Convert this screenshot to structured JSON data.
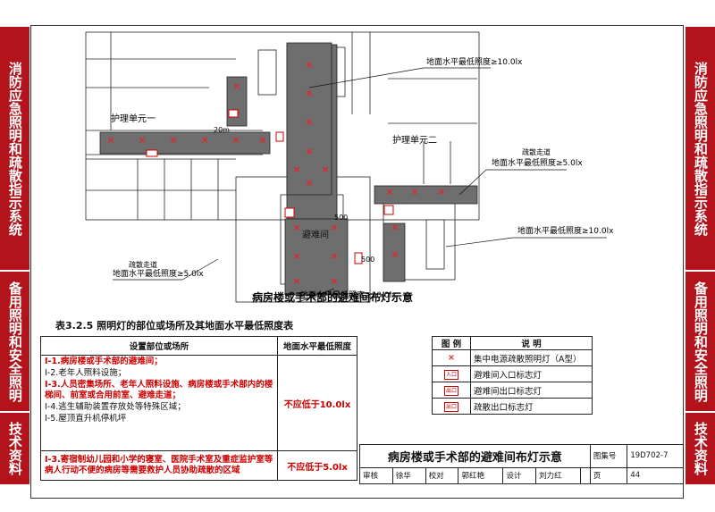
{
  "side_left_top": "消防应急照明和疏散指示系统",
  "side_left_mid": "备用照明和安全照明",
  "side_left_bottom": "技术资料",
  "side_right_top": "消防应急照明和疏散指示系统",
  "side_right_mid": "备用照明和安全照明",
  "side_right_bottom": "技术资料",
  "plan": {
    "unit1": "护理单元一",
    "unit2": "护理单元二",
    "refuge": "避难间",
    "dim20": "20m",
    "dim500a": "500",
    "dim500b": "500",
    "note_top": "地面水平最低照度≥10.0lx",
    "note_right_a": "疏散走道",
    "note_right_b": "地面水平最低照度≥5.0lx",
    "note_right_c": "地面水平最低照度≥10.0lx",
    "note_left_a": "疏散走道",
    "note_left_b": "地面水平最低照度≥5.0lx",
    "note_bottom": "地面水平最低照度≥10.0lx",
    "caption": "病房楼或手术部的避难间布灯示意"
  },
  "table": {
    "title": "表3.2.5 照明灯的部位或场所及其地面水平最低照度表",
    "h1": "设置部位或场所",
    "h2": "地面水平最低照度",
    "rows": [
      "Ⅰ-1.病房楼或手术部的避难间；",
      "Ⅰ-2.老年人照料设施；",
      "Ⅰ-3.人员密集场所、老年人照料设施、病房楼或手术部内的楼梯间、前室或合用前室、避难走道；",
      "Ⅰ-4.逃生辅助装置存放处等特殊区域；",
      "Ⅰ-5.屋顶直升机停机坪"
    ],
    "val1": "不应低于10.0lx",
    "row6": "Ⅰ-3.寄宿制幼儿园和小学的寝室、医院手术室及重症监护室等病人行动不便的病房等需要救护人员协助疏散的区域",
    "val2": "不应低于5.0lx"
  },
  "legend": {
    "h1": "图 例",
    "h2": "说 明",
    "items": [
      "集中电源疏散照明灯（A型）",
      "避难间入口标志灯",
      "避难间出口标志灯",
      "疏散出口标志灯"
    ],
    "icons": [
      "×",
      "入口",
      "出口",
      "出口"
    ]
  },
  "titleblock": {
    "title": "病房楼或手术部的避难间布灯示意",
    "atlas_label": "图集号",
    "atlas_no": "19D702-7",
    "review": "审核",
    "reviewer": "徐华",
    "check": "校对",
    "checker": "郭红艳",
    "design": "设计",
    "designer": "刘力红",
    "page_label": "页",
    "page_no": "44"
  },
  "colors": {
    "accent": "#b3131b",
    "fill": "#6e6e6e",
    "mark": "#e0262c"
  }
}
